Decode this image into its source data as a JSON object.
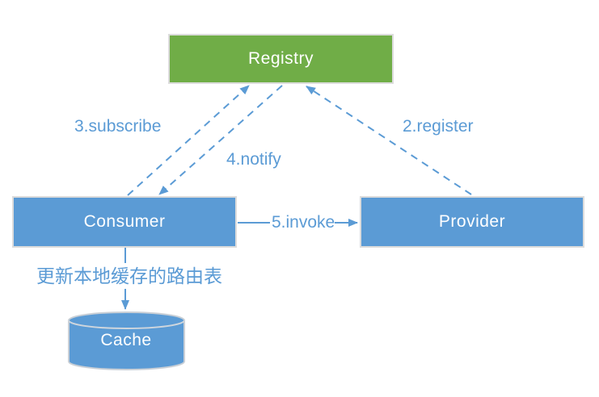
{
  "diagram": {
    "type": "service-registry-architecture",
    "nodes": {
      "registry": {
        "label": "Registry",
        "shape": "rectangle",
        "fill": "#70ad47"
      },
      "consumer": {
        "label": "Consumer",
        "shape": "rectangle",
        "fill": "#5b9bd5"
      },
      "provider": {
        "label": "Provider",
        "shape": "rectangle",
        "fill": "#5b9bd5"
      },
      "cache": {
        "label": "Cache",
        "shape": "cylinder",
        "fill": "#5b9bd5"
      }
    },
    "edges": {
      "register": {
        "label": "2.register",
        "from": "provider",
        "to": "registry",
        "line": "dashed"
      },
      "subscribe": {
        "label": "3.subscribe",
        "from": "consumer",
        "to": "registry",
        "line": "dashed"
      },
      "notify": {
        "label": "4.notify",
        "from": "registry",
        "to": "consumer",
        "line": "dashed"
      },
      "invoke": {
        "label": "5.invoke",
        "from": "consumer",
        "to": "provider",
        "line": "solid"
      },
      "update_cache": {
        "label": "更新本地缓存的路由表",
        "from": "consumer",
        "to": "cache",
        "line": "solid"
      }
    },
    "colors": {
      "accent_blue": "#5b9bd5",
      "accent_green": "#70ad47",
      "node_text": "#ffffff",
      "background": "#ffffff"
    }
  }
}
